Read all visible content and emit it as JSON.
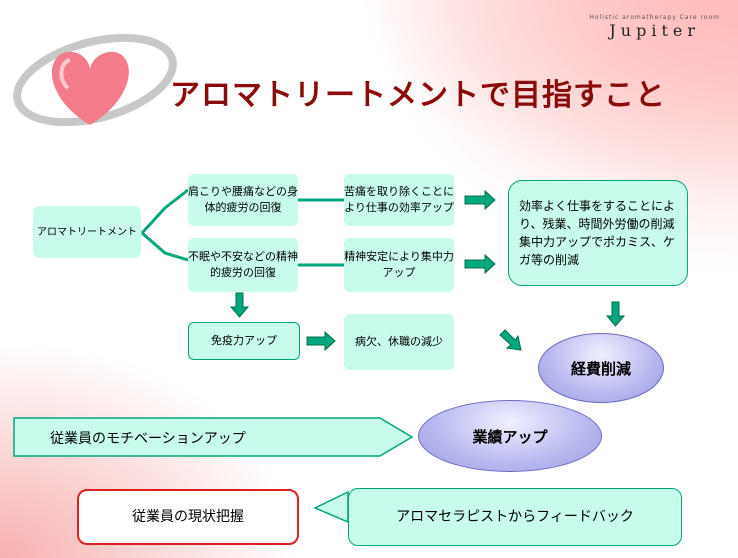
{
  "logo": {
    "subtitle": "Holistic aromatherapy Care room",
    "name": "Jupiter"
  },
  "title": "アロマトリートメントで目指すこと",
  "nodes": {
    "root": "アロマトリートメント",
    "physical": "肩こりや腰痛などの身体的疲労の回復",
    "mental": "不眠や不安などの精神的疲労の回復",
    "efficiency": "苦痛を取り除くことにより仕事の効率アップ",
    "focus": "精神安定により集中力アップ",
    "result": "効率よく仕事をすることにより、残業、時間外労働の削減 集中力アップでポカミス、ケガ等の削減",
    "immunity": "免疫力アップ",
    "absence": "病欠、休職の減少",
    "cost": "経費削減",
    "performance": "業績アップ",
    "motivation": "従業員のモチベーションアップ",
    "status": "従業員の現状把握",
    "feedback": "アロマセラピストからフィードバック"
  },
  "colors": {
    "title": "#8b0a0a",
    "box": "#c8fbec",
    "connector": "#00a67e"
  }
}
